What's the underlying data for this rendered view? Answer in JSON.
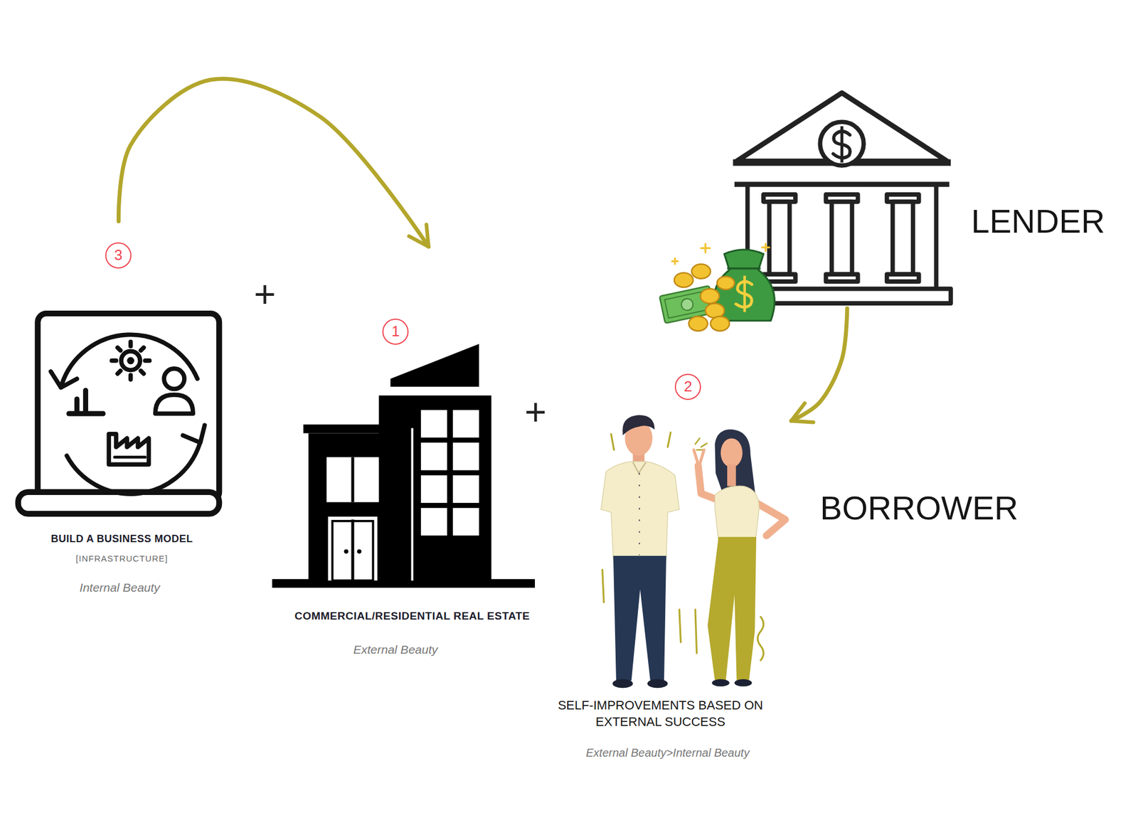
{
  "diagram": {
    "nodes": [
      {
        "text": [
          "BUILD A BUSINESS MODEL",
          "[INFRASTRUCTURE]",
          "Internal Beauty"
        ]
      },
      {
        "text": [
          "COMMERCIAL/RESIDENTIAL REAL ESTATE",
          "External Beauty"
        ]
      },
      {
        "text": [
          "LENDER"
        ]
      },
      {
        "text": [
          "BORROWER",
          "SELF-IMPROVEMENTS BASED ON EXTERNAL SUCCESS",
          "External Beauty>Internal Beauty"
        ]
      }
    ],
    "edges": [
      {
        "from": 0,
        "to": 1,
        "arrow": "to"
      },
      {
        "from": 2,
        "to": 3,
        "arrow": "to"
      }
    ],
    "labels": [
      "3",
      "+",
      "1",
      "+",
      "2"
    ]
  }
}
